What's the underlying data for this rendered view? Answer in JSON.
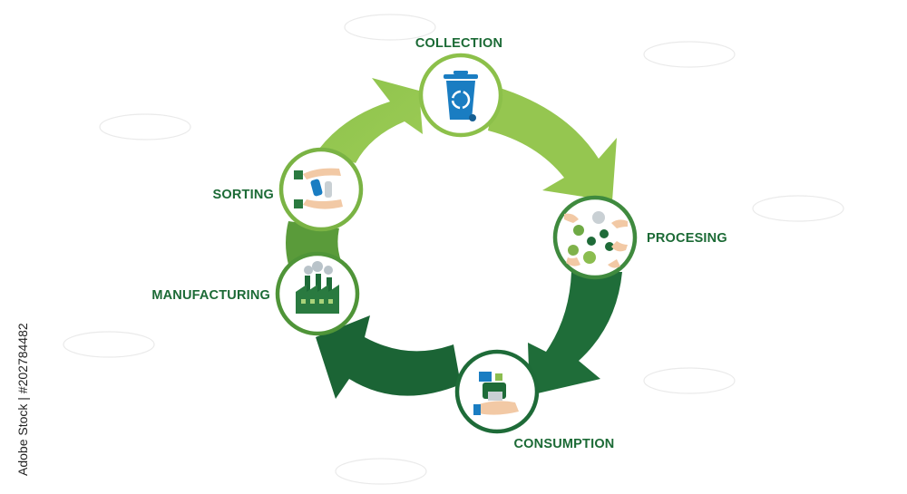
{
  "diagram": {
    "steps": [
      {
        "label": "COLLECTION",
        "icon": "recycle-bin-icon"
      },
      {
        "label": "PROCESING",
        "icon": "hands-sorting-materials-icon"
      },
      {
        "label": "CONSUMPTION",
        "icon": "hand-holding-products-icon"
      },
      {
        "label": "MANUFACTURING",
        "icon": "factory-icon"
      },
      {
        "label": "SORTING",
        "icon": "hands-bottles-icon"
      }
    ],
    "colors": {
      "light_green": "#8cc04a",
      "mid_green": "#5f9e3c",
      "dark_green": "#1e6b38",
      "label": "#1b6a35",
      "bin_blue": "#1a7dc2"
    }
  },
  "watermark": {
    "stock_id": "Adobe Stock | #202784482"
  }
}
